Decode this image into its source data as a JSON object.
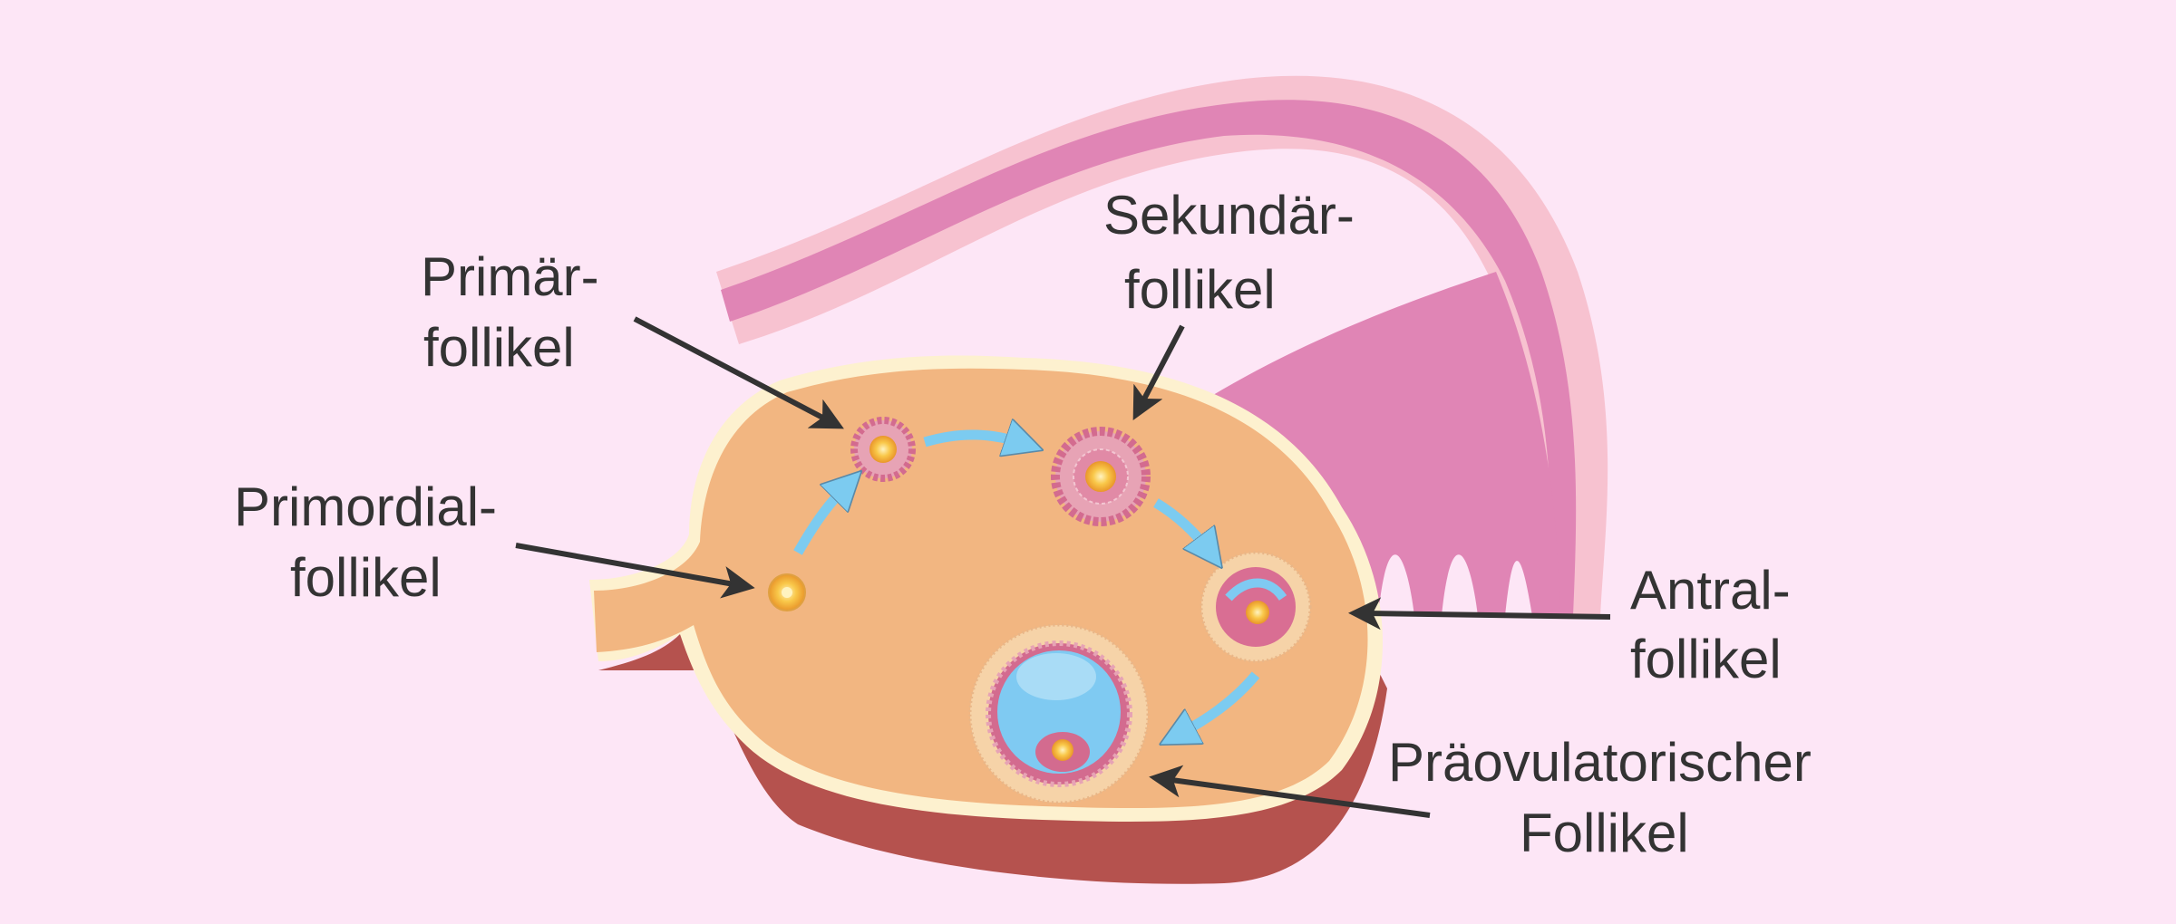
{
  "title": "Follikelentwicklung im Eierstock",
  "labels": {
    "primary_1": "Primär-",
    "primary_2": "follikel",
    "secondary_1": "Sekundär-",
    "secondary_2": "follikel",
    "primordial_1": "Primordial-",
    "primordial_2": "follikel",
    "antral_1": "Antral-",
    "antral_2": "follikel",
    "preovulatory_1": "Präovulatorischer",
    "preovulatory_2": "Follikel"
  },
  "colors": {
    "background": "#fde6f6",
    "ovary": "#f2b681",
    "ovary_rim": "#fdf1cf",
    "ovary_side": "#b5524e",
    "tube_outer": "#f7c2d0",
    "tube_inner": "#e085b5",
    "arrow_blue": "#7ccbf0",
    "arrow_black": "#333333",
    "antrum": "#7fcaf2",
    "granulosa": "#d36b8f",
    "oocyte": "#f7b733"
  }
}
